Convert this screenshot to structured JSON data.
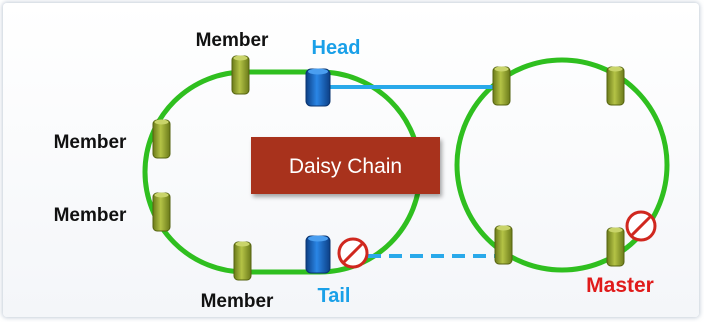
{
  "labels": {
    "member_top": "Member",
    "member_left_upper": "Member",
    "member_left_lower": "Member",
    "member_bottom": "Member",
    "head": "Head",
    "tail": "Tail",
    "master": "Master",
    "center": "Daisy Chain"
  },
  "icons": {
    "member_node": "cylinder-node-icon",
    "endpoint_node": "cylinder-endpoint-icon",
    "blocked": "prohibited-icon"
  },
  "colors": {
    "ring": "#2fbf1f",
    "member_node": "#9aaa2c",
    "member_node_dark": "#6b7a1a",
    "endpoint_node": "#1769c9",
    "endpoint_node_dark": "#0c3f85",
    "link": "#29a9ea",
    "blocked": "#d0281f",
    "head_tail_text": "#1aa0e8",
    "master_text": "#e01b1b",
    "member_text": "#111111",
    "center_box": "#a8331c",
    "center_text": "#ffffff"
  }
}
